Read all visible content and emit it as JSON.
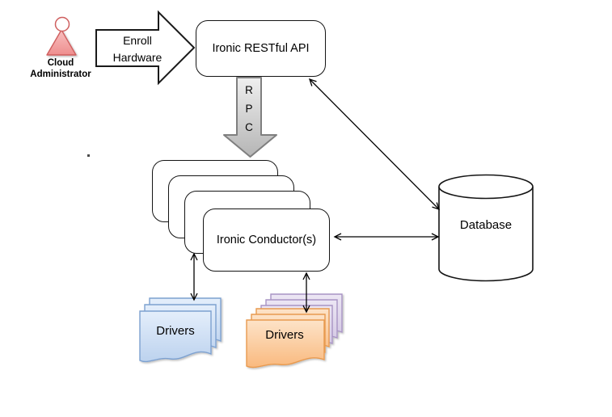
{
  "actor": {
    "line1": "Cloud",
    "line2": "Administrator"
  },
  "enroll_arrow": {
    "line1": "Enroll",
    "line2": "Hardware"
  },
  "api_box": {
    "label": "Ironic RESTful API"
  },
  "rpc_arrow": {
    "letters": [
      "R",
      "P",
      "C"
    ]
  },
  "conductor_stack": {
    "label": "Ironic Conductor(s)",
    "box_count": 4
  },
  "database": {
    "label": "Database"
  },
  "driver_stacks": {
    "left": {
      "label": "Drivers"
    },
    "right": {
      "label": "Drivers"
    }
  },
  "colors": {
    "node_border": "#141414",
    "arrow_line": "#000000",
    "rpc_fill_light": "#ebebeb",
    "rpc_fill_dark": "#b5b5b5",
    "rpc_border": "#7f7f7f",
    "blue_fill_light": "#e4eefb",
    "blue_fill_dark": "#bcd2ee",
    "blue_border": "#7da1d0",
    "purple_fill_light": "#ece6f4",
    "purple_fill_dark": "#d2c6e2",
    "purple_border": "#a894c4",
    "orange_fill_light": "#fde3c8",
    "orange_fill_dark": "#f9b97e",
    "orange_border": "#e89a50",
    "person_fill_light": "#f8c0c0",
    "person_fill_dark": "#ee8e8e",
    "person_border": "#cf5f5f"
  }
}
